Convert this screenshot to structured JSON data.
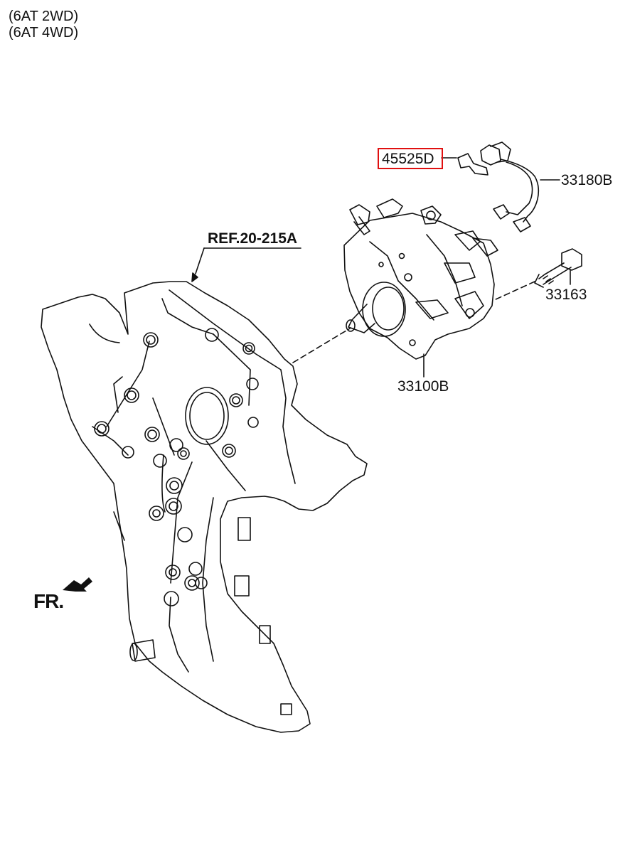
{
  "variants": [
    "(6AT 2WD)",
    "(6AT 4WD)"
  ],
  "reference": "REF.20-215A",
  "direction_label": "FR.",
  "parts": [
    {
      "id": "45525D",
      "highlighted": true
    },
    {
      "id": "33180B"
    },
    {
      "id": "33163"
    },
    {
      "id": "33100B"
    }
  ],
  "colors": {
    "highlight": "#e01010",
    "line": "#111111"
  }
}
